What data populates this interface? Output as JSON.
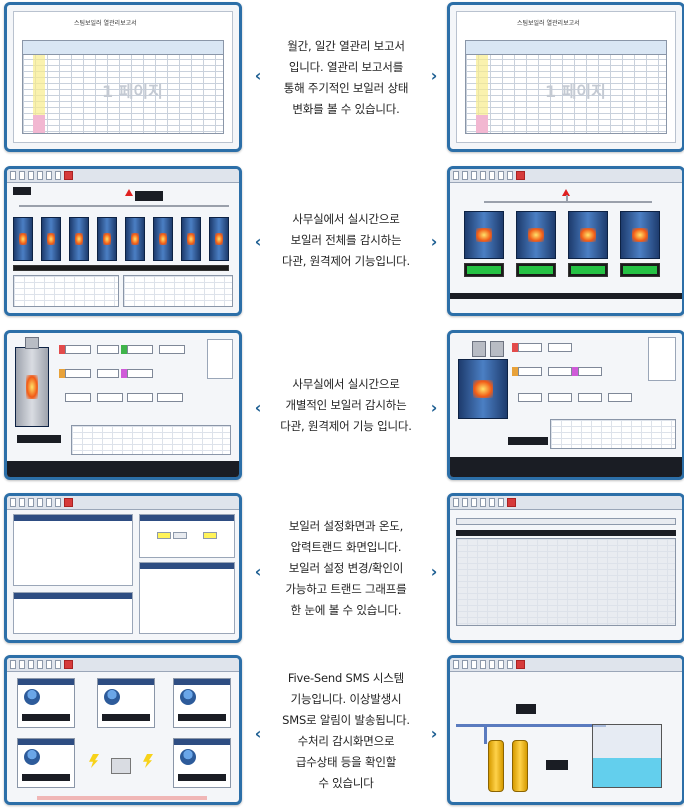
{
  "captions": [
    [
      "월간, 일간 열관리 보고서",
      "입니다. 열관리 보고서를",
      "통해 주기적인 보일러 상태",
      "변화를 볼 수 있습니다."
    ],
    [
      "사무실에서 실시간으로",
      "보일러 전체를 감시하는",
      "다관, 원격제어 기능입니다."
    ],
    [
      "사무실에서 실시간으로",
      "개별적인 보일러 감시하는",
      "다관, 원격제어 기능 입니다."
    ],
    [
      "보일러 설정화면과 온도,",
      "압력트랜드 화면입니다.",
      "보일러 설정 변경/확인이",
      "가능하고 트랜드 그래프를",
      "한 눈에 볼 수 있습니다."
    ],
    [
      "Five-Send SMS 시스템",
      "기능입니다. 이상발생시",
      "SMS로 알림이 발송됩니다.",
      "수처리 감시화면으로",
      "급수상태 등을 확인할",
      "수 있습니다"
    ]
  ],
  "report": {
    "title": "스팀보일러 열관리보고서",
    "watermark": "1 페이지"
  },
  "arrows": {
    "left": "‹",
    "right": "›"
  },
  "colors": {
    "frame": "#2c6fa8",
    "arrow": "#1b5d91",
    "boiler_blue": "#2d5ea8",
    "status_green": "#25c244",
    "flame": "#f15a16"
  }
}
